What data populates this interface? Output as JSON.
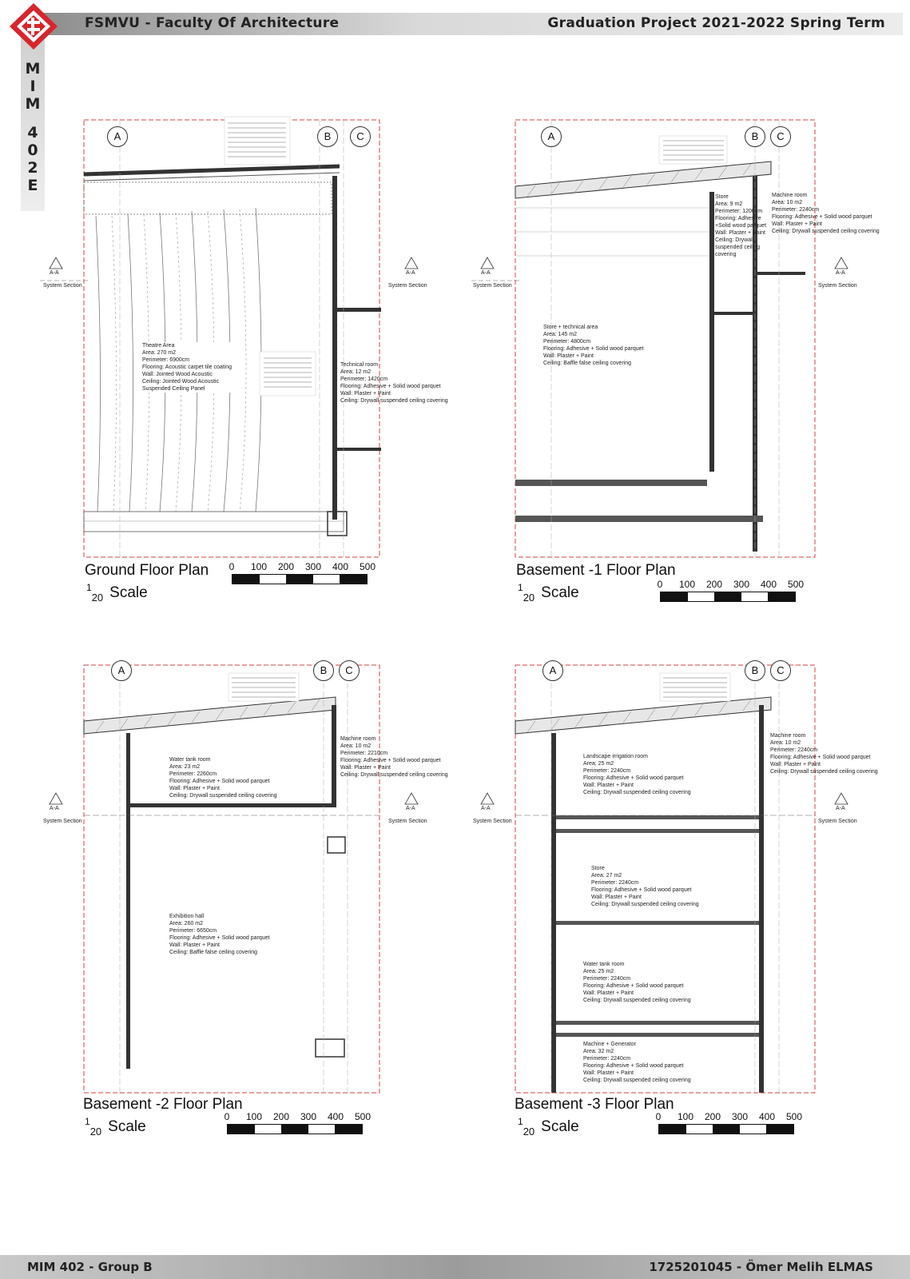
{
  "header": {
    "left": "FSMVU - Faculty Of Architecture",
    "right": "Graduation Project   2021-2022 Spring Term"
  },
  "side": {
    "letters": [
      "M",
      "I",
      "M",
      "4",
      "0",
      "2",
      "E"
    ]
  },
  "footer": {
    "left": "MIM 402 - Group B",
    "right": "1725201045 - Ömer Melih ELMAS"
  },
  "common": {
    "scale_fraction_num": "1",
    "scale_fraction_den": "20",
    "scale_word": "Scale",
    "scale_ticks": [
      "0",
      "100",
      "200",
      "300",
      "400",
      "500"
    ],
    "system_section": "System Section",
    "section_mark": "A-A",
    "grid": [
      "A",
      "B",
      "C"
    ]
  },
  "plans": [
    {
      "title": "Ground Floor Plan",
      "notes": [
        [
          "Theatre Area",
          "Area: 270 m2",
          "Perimeter: 6900cm",
          "Flooring: Acoustic carpet tile coating",
          "Wall: Jointed Wood Acoustic",
          "Ceiling: Jointed Wood Acoustic",
          "Suspended Ceiling Panel"
        ],
        [
          "Technical room",
          "Area: 12 m2",
          "Perimeter: 1420cm",
          "Flooring: Adhesive + Solid wood parquet",
          "Wall: Plaster + Paint",
          "Ceiling: Drywall suspended ceiling covering"
        ]
      ]
    },
    {
      "title": "Basement -1 Floor Plan",
      "notes": [
        [
          "Store + technical area",
          "Area: 145 m2",
          "Perimeter: 4800cm",
          "Flooring: Adhesive + Solid wood parquet",
          "Wall: Plaster + Paint",
          "Ceiling: Baffle false ceiling covering"
        ],
        [
          "Store",
          "Area: 9 m2",
          "Perimeter: 1200cm",
          "Flooring: Adhesive",
          "+Solid wood parquet",
          "Wall: Plaster + Paint",
          "Ceiling: Drywall",
          "suspended ceiling",
          "covering"
        ],
        [
          "Machine room",
          "Area: 10 m2",
          "Perimeter: 2240cm",
          "Flooring: Adhesive + Solid wood parquet",
          "Wall: Plaster + Paint",
          "Ceiling: Drywall suspended ceiling covering"
        ]
      ]
    },
    {
      "title": "Basement -2 Floor Plan",
      "notes": [
        [
          "Water tank room",
          "Area: 23 m2",
          "Perimeter: 2260cm",
          "Flooring: Adhesive + Solid wood parquet",
          "Wall: Plaster + Paint",
          "Ceiling: Drywall suspended ceiling covering"
        ],
        [
          "Machine room",
          "Area: 10 m2",
          "Perimeter: 2210cm",
          "Flooring: Adhesive + Solid wood parquet",
          "Wall: Plaster + Paint",
          "Ceiling: Drywall suspended ceiling covering"
        ],
        [
          "Exhibition hall",
          "Area: 260 m2",
          "Perimeter: 6650cm",
          "Flooring: Adhesive + Solid wood parquet",
          "Wall: Plaster + Paint",
          "Ceiling: Baffle false ceiling covering"
        ]
      ]
    },
    {
      "title": "Basement -3 Floor Plan",
      "notes": [
        [
          "Landscape irrigation room",
          "Area: 25 m2",
          "Perimeter: 2240cm",
          "Flooring: Adhesive + Solid wood parquet",
          "Wall: Plaster + Paint",
          "Ceiling: Drywall suspended ceiling covering"
        ],
        [
          "Machine room",
          "Area: 10 m2",
          "Perimeter: 2240cm",
          "Flooring: Adhesive + Solid wood parquet",
          "Wall: Plaster + Paint",
          "Ceiling: Drywall suspended ceiling covering"
        ],
        [
          "Store",
          "Area: 27 m2",
          "Perimeter: 2240cm",
          "Flooring: Adhesive + Solid wood parquet",
          "Wall: Plaster + Paint",
          "Ceiling: Drywall suspended ceiling covering"
        ],
        [
          "Water tank room",
          "Area: 25 m2",
          "Perimeter: 2240cm",
          "Flooring: Adhesive + Solid wood parquet",
          "Wall: Plaster + Paint",
          "Ceiling: Drywall suspended ceiling covering"
        ],
        [
          "Machine + Generator",
          "Area: 32 m2",
          "Perimeter: 2240cm",
          "Flooring: Adhesive + Solid wood parquet",
          "Wall: Plaster + Paint",
          "Ceiling: Drywall suspended ceiling covering"
        ]
      ]
    }
  ],
  "colors": {
    "header_dark": "#8a8a8a",
    "logo_red": "#d7262b",
    "dashed_red": "#d84040",
    "ink": "#111111"
  }
}
